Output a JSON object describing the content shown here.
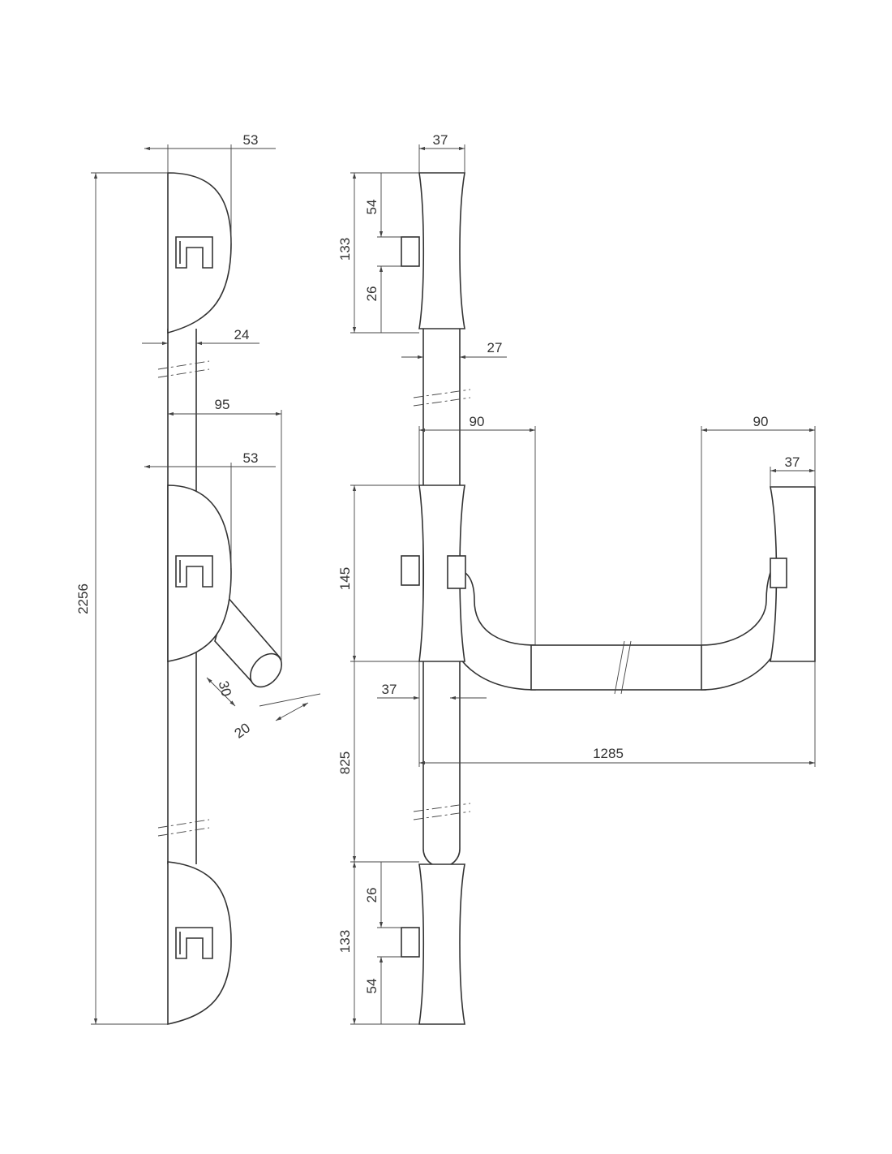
{
  "left_view": {
    "dim_top_depth": "53",
    "dim_total_height": "2256",
    "dim_bar_width": "24",
    "dim_handle_projection": "95",
    "dim_mid_depth": "53",
    "dim_handle_diameter": "30",
    "dim_handle_end": "20"
  },
  "right_view": {
    "dim_bracket_width_top": "37",
    "dim_top_bracket_height": "133",
    "dim_top_upper": "54",
    "dim_top_lower": "26",
    "dim_bar_diameter": "27",
    "dim_left_offset": "90",
    "dim_right_offset": "90",
    "dim_right_bracket_width": "37",
    "dim_mid_bracket_height": "145",
    "dim_mid_bracket_width": "37",
    "dim_lower_rod": "825",
    "dim_total_width": "1285",
    "dim_bottom_bracket_height": "133",
    "dim_bottom_upper": "26",
    "dim_bottom_lower": "54"
  },
  "colors": {
    "line": "#333333",
    "background": "#ffffff"
  }
}
